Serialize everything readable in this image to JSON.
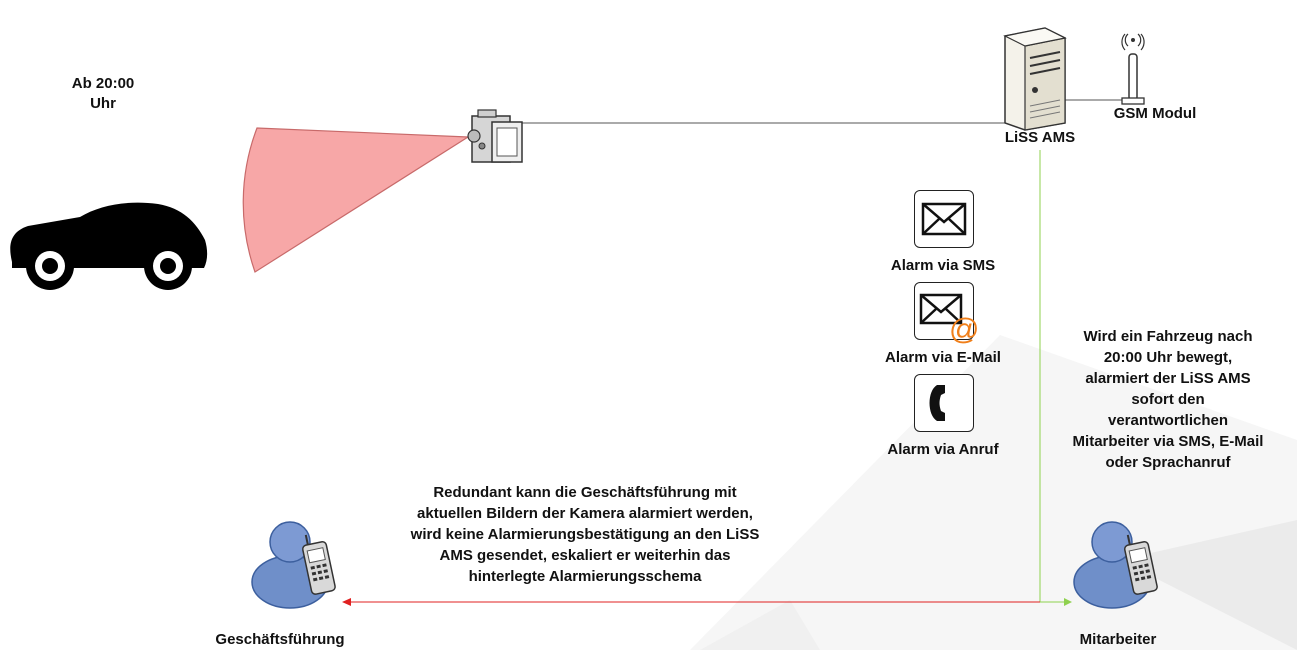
{
  "time_note": [
    "Ab 20:00",
    "Uhr"
  ],
  "server": {
    "label": "LiSS AMS"
  },
  "gsm": {
    "label": "GSM Modul"
  },
  "alarms": {
    "sms": "Alarm via SMS",
    "email": "Alarm via E-Mail",
    "call": "Alarm via Anruf"
  },
  "employee_text": [
    "Wird ein Fahrzeug nach",
    "20:00 Uhr bewegt,",
    "alarmiert der LiSS AMS",
    "sofort den",
    "verantwortlichen",
    "Mitarbeiter via SMS, E-Mail",
    "oder Sprachanruf"
  ],
  "management_text": [
    "Redundant kann die Geschäftsführung mit",
    "aktuellen Bildern der Kamera alarmiert werden,",
    "wird keine Alarmierungsbestätigung an den LiSS",
    "AMS gesendet, eskaliert er weiterhin das",
    "hinterlegte Alarmierungsschema"
  ],
  "persons": {
    "management": "Geschäftsführung",
    "employee": "Mitarbeiter"
  },
  "colors": {
    "camera_cone": "#f7a7a7",
    "cone_stroke": "#c86a6a",
    "green_line": "#8fd14f",
    "red_line": "#e02020",
    "person": "#6f8fc9",
    "email_at": "#f07f1a"
  }
}
